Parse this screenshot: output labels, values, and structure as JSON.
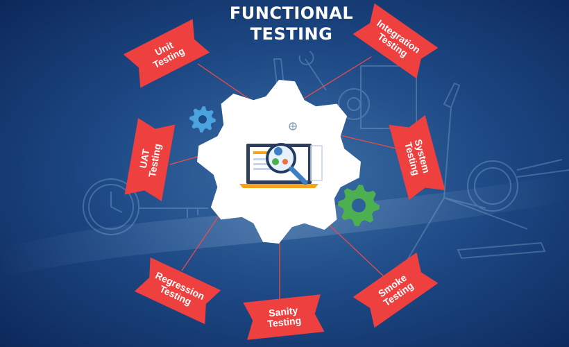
{
  "title": {
    "line1": "FUNCTIONAL",
    "line2": "TESTING"
  },
  "labels": {
    "unit": "Unit\nTesting",
    "integration": "Integration\nTesting",
    "system": "System\nTesting",
    "smoke": "Smoke\nTesting",
    "sanity": "Sanity\nTesting",
    "regression": "Regression\nTesting",
    "uat": "UAT\nTesting"
  },
  "colors": {
    "background": "#0d2a5c",
    "ribbon": "#ef4040",
    "center_gear": "#ffffff",
    "small_gear_blue": "#4aa3df",
    "small_gear_green": "#4caf50",
    "laptop_accent": "#f7a21b",
    "connector": "#e94c4c"
  },
  "icons": [
    "gear-icon",
    "laptop-icon",
    "magnifier-icon",
    "globe-icon",
    "clock-icon",
    "key-icon",
    "paintbrush-icon",
    "wrench-icon"
  ]
}
